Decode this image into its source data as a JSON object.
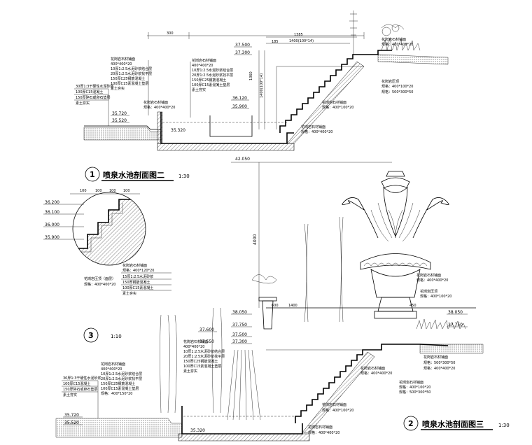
{
  "sections": {
    "s1": {
      "num": "1",
      "title": "喷泉水池剖面图二",
      "scale": "1:30"
    },
    "s2": {
      "num": "2",
      "title": "喷泉水池剖面图三",
      "scale": "1:30"
    },
    "s3": {
      "num": "3",
      "scale": "1:10"
    }
  },
  "dims_top": {
    "d300": "300",
    "d1385": "1385",
    "d1400_14": "1400(100*14)",
    "d185": "185",
    "d1360": "1360",
    "d1400_v": "1400(100*14)"
  },
  "elev_top": [
    "37.500",
    "37.300",
    "36.120",
    "35.900",
    "35.720",
    "35.520",
    "35.320"
  ],
  "elev_detail": [
    "36.200",
    "36.100",
    "36.000",
    "35.900"
  ],
  "dims_detail": [
    "100",
    "100",
    "100",
    "100"
  ],
  "elev_bottom": {
    "e42": "42.050",
    "e4000": "4000",
    "e38050": "38.050",
    "e37750": "37.750",
    "e37600": "37.600",
    "e37550": "37.550",
    "e37500": "37.500",
    "e37300": "37.300",
    "e35720": "35.720",
    "e35520": "35.520",
    "e35320": "35.320",
    "e38050r": "38.050",
    "e37750r": "37.750",
    "d600": "600",
    "d1400": "1400",
    "d450": "450"
  },
  "notes_top_left": [
    "30厚1:3干硬性水泥砂浆",
    "100厚C15混凝土",
    "150厚碎石或卵石垫层",
    "素土夯实"
  ],
  "notes_top_mid": [
    "花岗岩石材铺面",
    "400*400*20",
    "10厚1:2.5水泥砂浆结合层",
    "20厚1:2.5水泥砂浆找平层",
    "150厚C25钢筋混凝土",
    "100厚C15素混凝土垫层",
    "素土夯实"
  ],
  "notes_detail": [
    "花岗岩石材铺面",
    "规格：400*120*20",
    "15厚1:2.5水泥砂浆",
    "150厚钢筋混凝土",
    "100厚C15素混凝土",
    "素土夯实",
    "花岗岩压顶（面层）",
    "规格：400*400*20"
  ],
  "notes_bottom_left": [
    "30厚1:3干硬性水泥砂浆",
    "100厚C15混凝土",
    "150厚碎石或卵石垫层",
    "素土夯实",
    "规格：400*150*20"
  ],
  "notes_bottom_right": [
    "花岗岩石材铺面",
    "规格：400*400*20",
    "花岗岩压顶",
    "规格：400*100*20",
    "规格：500*300*50",
    "规格：400*400*20"
  ]
}
